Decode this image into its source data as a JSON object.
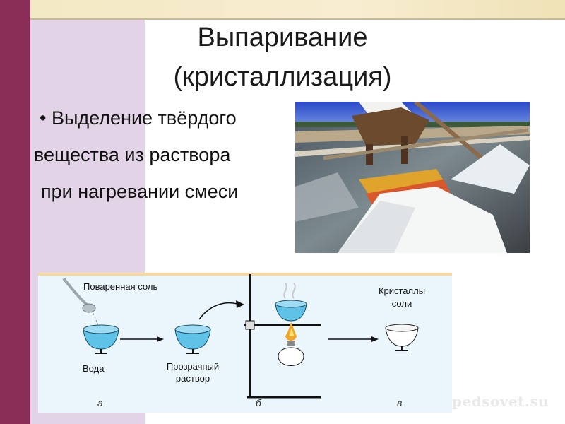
{
  "slide": {
    "title_line1": "Выпаривание",
    "title_line2": "(кристаллизация)",
    "bullet_symbol": "•",
    "bullet_line1": "Выделение твёрдого",
    "bullet_line2": "вещества из раствора",
    "bullet_line3": "при нагревании смеси"
  },
  "diagram": {
    "label_salt": "Поваренная соль",
    "label_water": "Вода",
    "label_clear_1": "Прозрачный",
    "label_clear_2": "раствор",
    "label_crystals_1": "Кристаллы",
    "label_crystals_2": "соли",
    "step_a": "а",
    "step_b": "б",
    "step_v": "в"
  },
  "watermark": "pedsovet.su",
  "colors": {
    "left_bar": "#8a2e57",
    "left_panel": "#e2d3e6",
    "water": "#5fc3e8",
    "diagram_bg": "#eaf6fc"
  }
}
